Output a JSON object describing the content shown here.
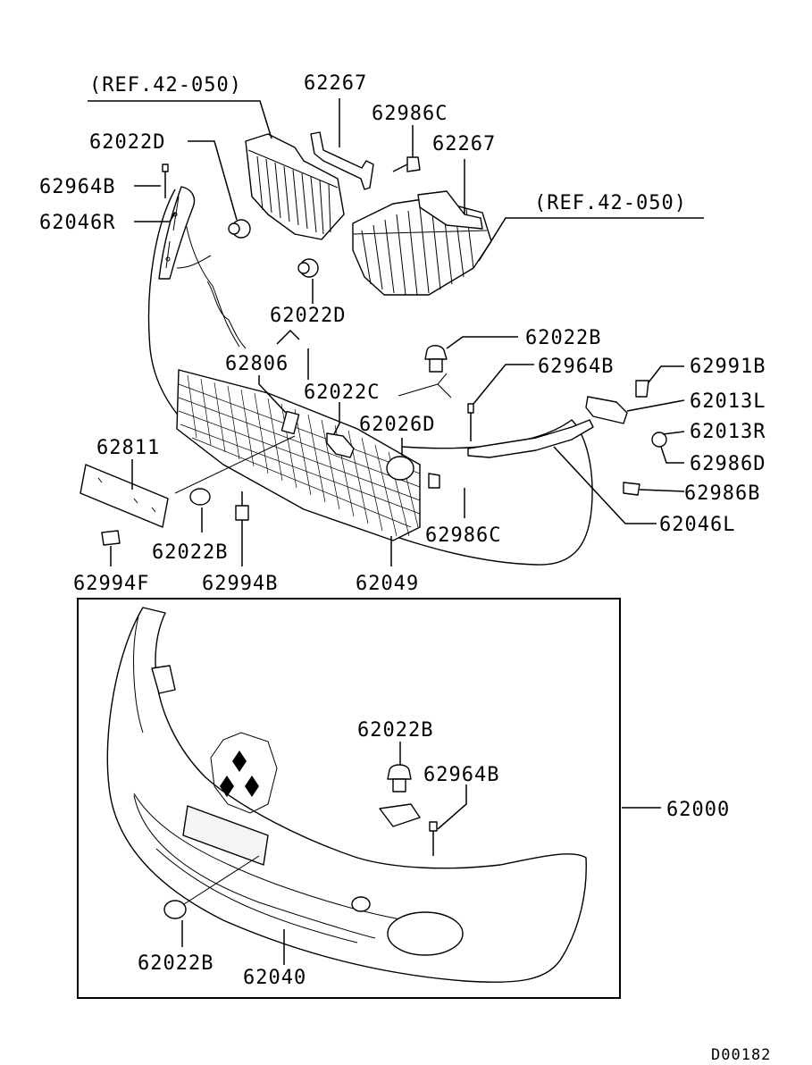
{
  "diagram": {
    "labels": {
      "ref_left": "(REF.42-050)",
      "ref_right": "(REF.42-050)",
      "p62267_a": "62267",
      "p62267_b": "62267",
      "p62986C_top": "62986C",
      "p62022D_top": "62022D",
      "p62964B_left": "62964B",
      "p62046R": "62046R",
      "p62022D_mid": "62022D",
      "p62022B_right": "62022B",
      "p62806": "62806",
      "p62964B_right": "62964B",
      "p62991B": "62991B",
      "p62022C": "62022C",
      "p62013L": "62013L",
      "p62026D": "62026D",
      "p62013R": "62013R",
      "p62811": "62811",
      "p62986D": "62986D",
      "p62986B": "62986B",
      "p62046L": "62046L",
      "p62022B_mid": "62022B",
      "p62986C_bot": "62986C",
      "p62994F": "62994F",
      "p62994B": "62994B",
      "p62049": "62049",
      "p62022B_box": "62022B",
      "p62964B_box": "62964B",
      "p62000": "62000",
      "p62022B_boxlow": "62022B",
      "p62040": "62040",
      "diagram_code": "D00182"
    }
  }
}
